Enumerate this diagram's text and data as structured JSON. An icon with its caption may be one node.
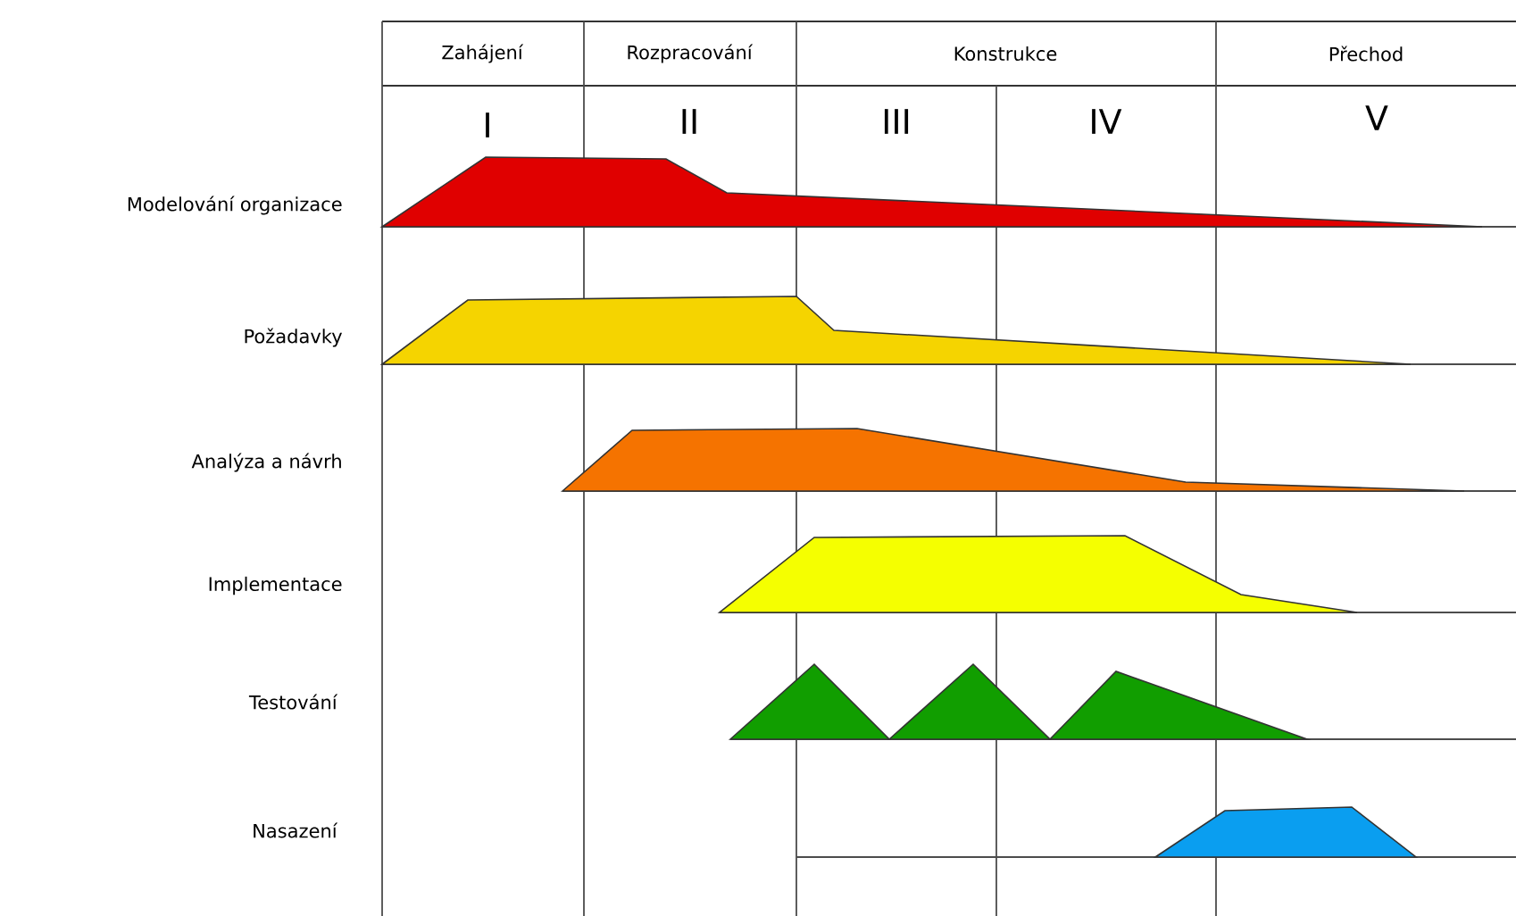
{
  "diagram": {
    "labels": [
      "Zahájení",
      "Rozpracování",
      "Konstrukce",
      "Přechod",
      "I",
      "II",
      "III",
      "IV",
      "V",
      "Modelování organizace",
      "Požadavky",
      "Analýza a návrh",
      "Implementace",
      "Testování",
      "Nasazení"
    ]
  }
}
